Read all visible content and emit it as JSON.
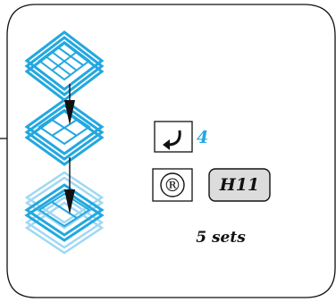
{
  "step": {
    "count": "4"
  },
  "repeat_marker": {
    "symbol": "®"
  },
  "part": {
    "code": "H11"
  },
  "quantity": {
    "label": "5 sets"
  },
  "colors": {
    "accent": "#22a8e0",
    "light_accent": "#9fd8f3",
    "badge_fill": "#dcdcdc",
    "outline": "#111111"
  },
  "icons": {
    "step_icon": "return-arrow-icon",
    "frame_icon": "square-frame-icon",
    "arrow_icon": "down-arrow-icon"
  }
}
